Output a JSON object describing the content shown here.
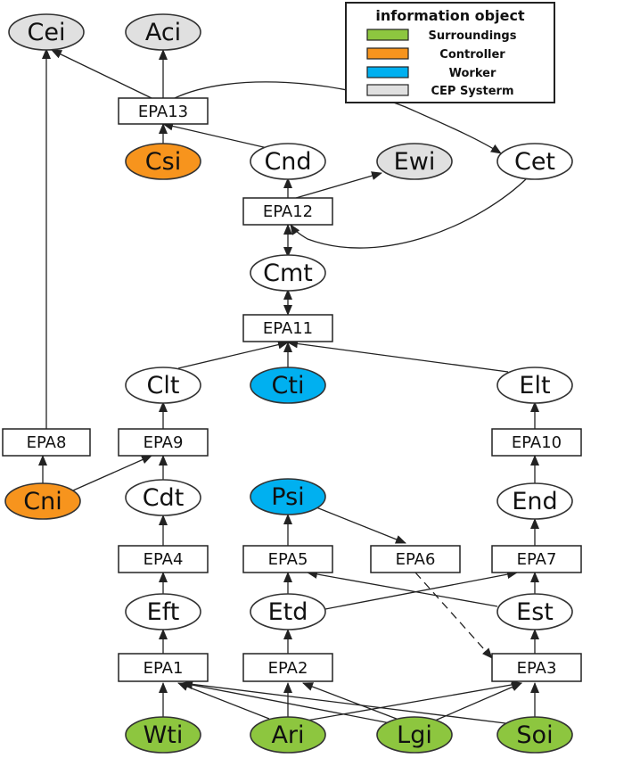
{
  "colors": {
    "surroundings": "#8DC63F",
    "controller": "#F7941D",
    "worker": "#00B0F0",
    "cep_system": "#E0E0E0",
    "plain": "#FFFFFF"
  },
  "legend": {
    "title": "information object",
    "items": [
      {
        "label": "Surroundings",
        "color": "#8DC63F"
      },
      {
        "label": "Controller",
        "color": "#F7941D"
      },
      {
        "label": "Worker",
        "color": "#00B0F0"
      },
      {
        "label": "CEP Systerm",
        "color": "#E0E0E0"
      }
    ]
  },
  "nodes": {
    "cei": "Cei",
    "aci": "Aci",
    "csi": "Csi",
    "cnd": "Cnd",
    "ewi": "Ewi",
    "cet": "Cet",
    "cmt": "Cmt",
    "clt": "Clt",
    "cti": "Cti",
    "elt": "Elt",
    "cni": "Cni",
    "cdt": "Cdt",
    "psi": "Psi",
    "end": "End",
    "eft": "Eft",
    "etd": "Etd",
    "est": "Est",
    "wti": "Wti",
    "ari": "Ari",
    "lgi": "Lgi",
    "soi": "Soi"
  },
  "epas": {
    "epa1": "EPA1",
    "epa2": "EPA2",
    "epa3": "EPA3",
    "epa4": "EPA4",
    "epa5": "EPA5",
    "epa6": "EPA6",
    "epa7": "EPA7",
    "epa8": "EPA8",
    "epa9": "EPA9",
    "epa10": "EPA10",
    "epa11": "EPA11",
    "epa12": "EPA12",
    "epa13": "EPA13"
  }
}
